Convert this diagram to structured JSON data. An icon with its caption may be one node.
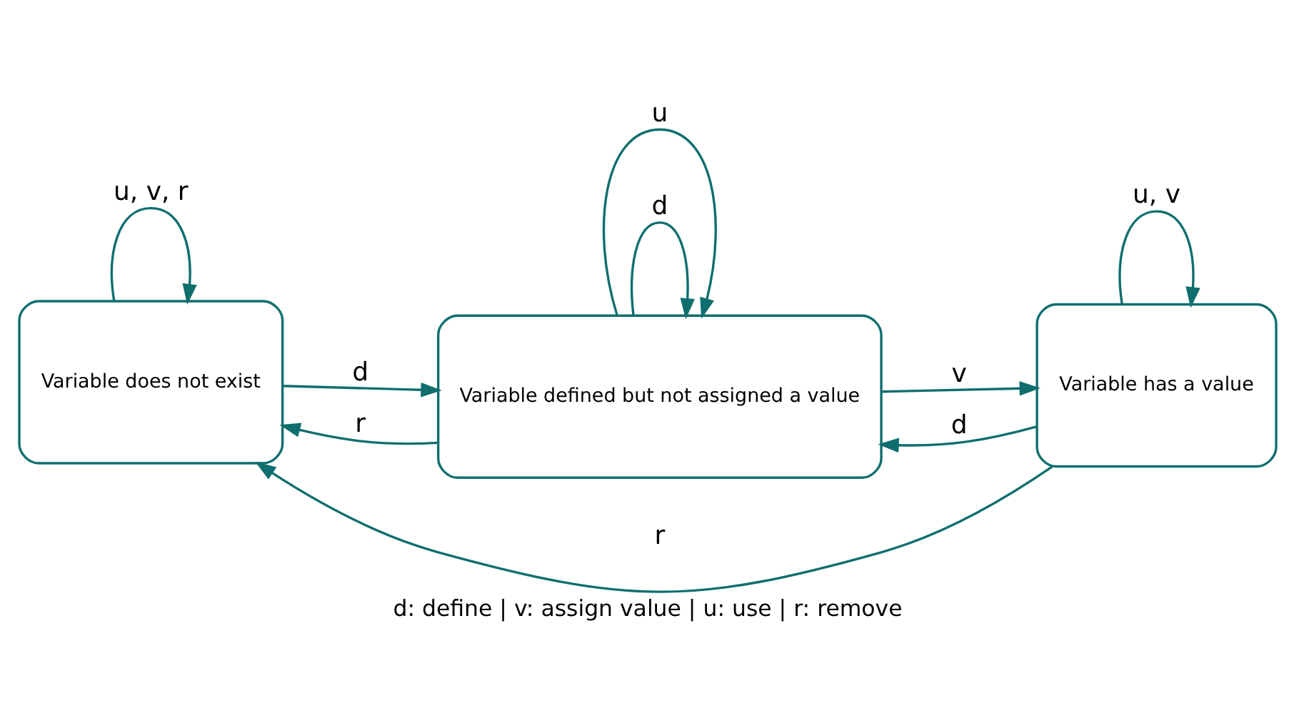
{
  "diagram": {
    "caption": "d: define | v: assign value | u: use | r: remove",
    "nodes": [
      {
        "text": [
          "Variable does not exist"
        ]
      },
      {
        "text": [
          "Variable defined but not assigned a value"
        ]
      },
      {
        "text": [
          "Variable has a value"
        ]
      }
    ],
    "edges": [
      {
        "from": 0,
        "to": 1,
        "arrow": "to",
        "label": "d"
      },
      {
        "from": 1,
        "to": 0,
        "arrow": "to",
        "label": "r"
      },
      {
        "from": 1,
        "to": 1,
        "arrow": "to",
        "label": "d"
      },
      {
        "from": 1,
        "to": 1,
        "arrow": "to",
        "label": "u"
      },
      {
        "from": 1,
        "to": 2,
        "arrow": "to",
        "label": "v"
      },
      {
        "from": 2,
        "to": 1,
        "arrow": "to",
        "label": "d"
      },
      {
        "from": 0,
        "to": 0,
        "arrow": "to",
        "label": "u, v, r"
      },
      {
        "from": 2,
        "to": 2,
        "arrow": "to",
        "label": "u, v"
      },
      {
        "from": 2,
        "to": 0,
        "arrow": "to",
        "label": "r"
      }
    ]
  }
}
